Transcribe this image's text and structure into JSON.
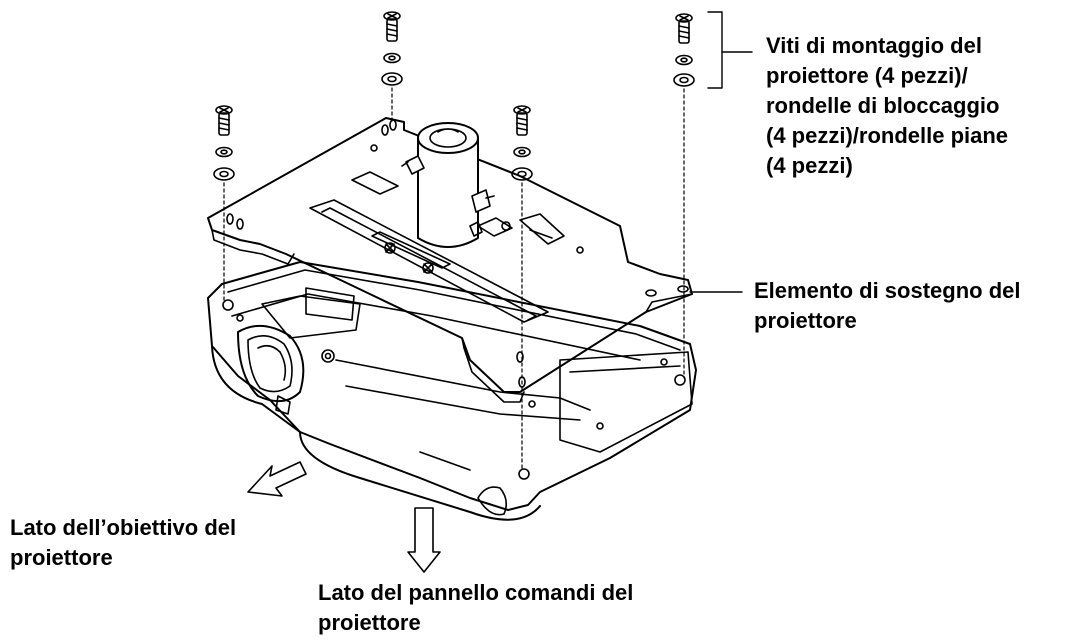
{
  "labels": {
    "screws": [
      "Viti di montaggio del",
      "proiettore (4 pezzi)/",
      "rondelle di bloccaggio",
      "(4 pezzi)/rondelle piane",
      "(4 pezzi)"
    ],
    "support": [
      "Elemento di sostegno del",
      "proiettore"
    ],
    "lens_side": [
      "Lato dell’obiettivo del",
      "proiettore"
    ],
    "panel_side": [
      "Lato del pannello comandi del",
      "proiettore"
    ]
  },
  "colors": {
    "line": "#000000",
    "background": "#ffffff"
  }
}
